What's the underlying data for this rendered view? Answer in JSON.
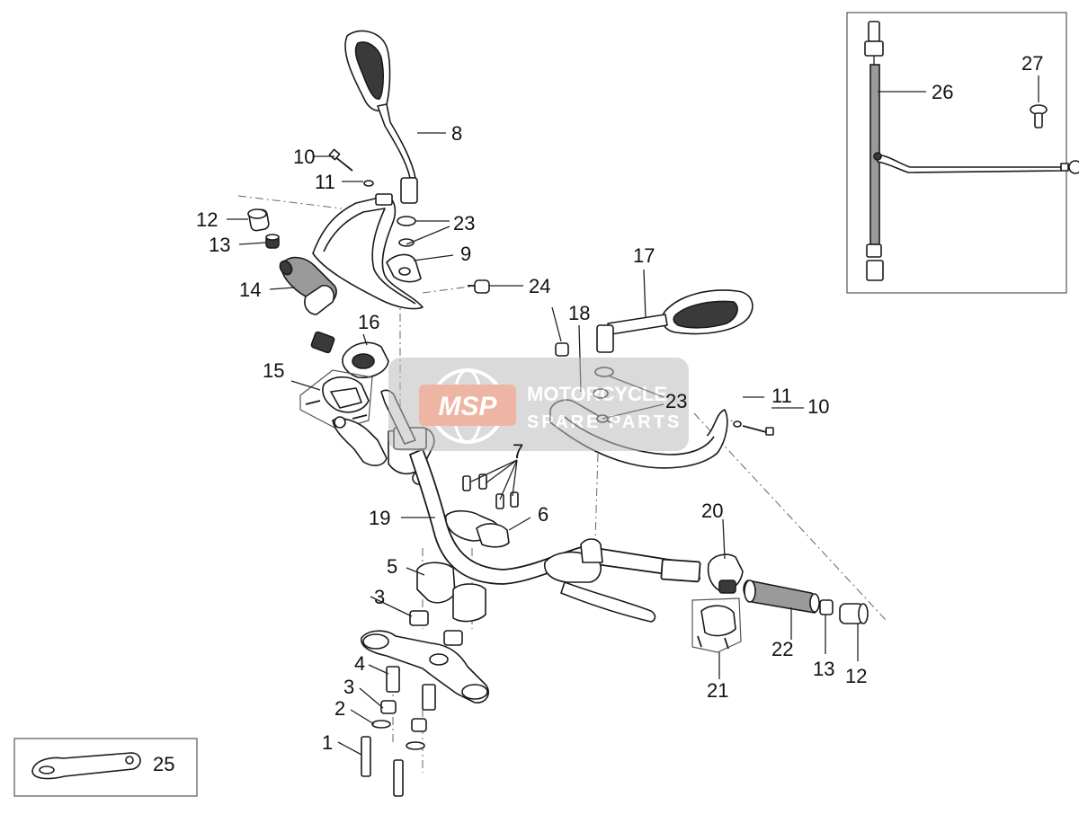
{
  "watermark": {
    "logo_text": "MSP",
    "line1": "MOTORCYCLE",
    "line2": "SPARE PARTS"
  },
  "callouts": {
    "c1": "1",
    "c2": "2",
    "c3a": "3",
    "c3b": "3",
    "c4": "4",
    "c5": "5",
    "c6": "6",
    "c7": "7",
    "c8": "8",
    "c9": "9",
    "c10a": "10",
    "c10b": "10",
    "c11a": "11",
    "c11b": "11",
    "c12a": "12",
    "c12b": "12",
    "c13a": "13",
    "c13b": "13",
    "c14": "14",
    "c15": "15",
    "c16": "16",
    "c17": "17",
    "c18": "18",
    "c19": "19",
    "c20": "20",
    "c21": "21",
    "c22": "22",
    "c23a": "23",
    "c23b": "23",
    "c24": "24",
    "c25": "25",
    "c26": "26",
    "c27": "27"
  }
}
